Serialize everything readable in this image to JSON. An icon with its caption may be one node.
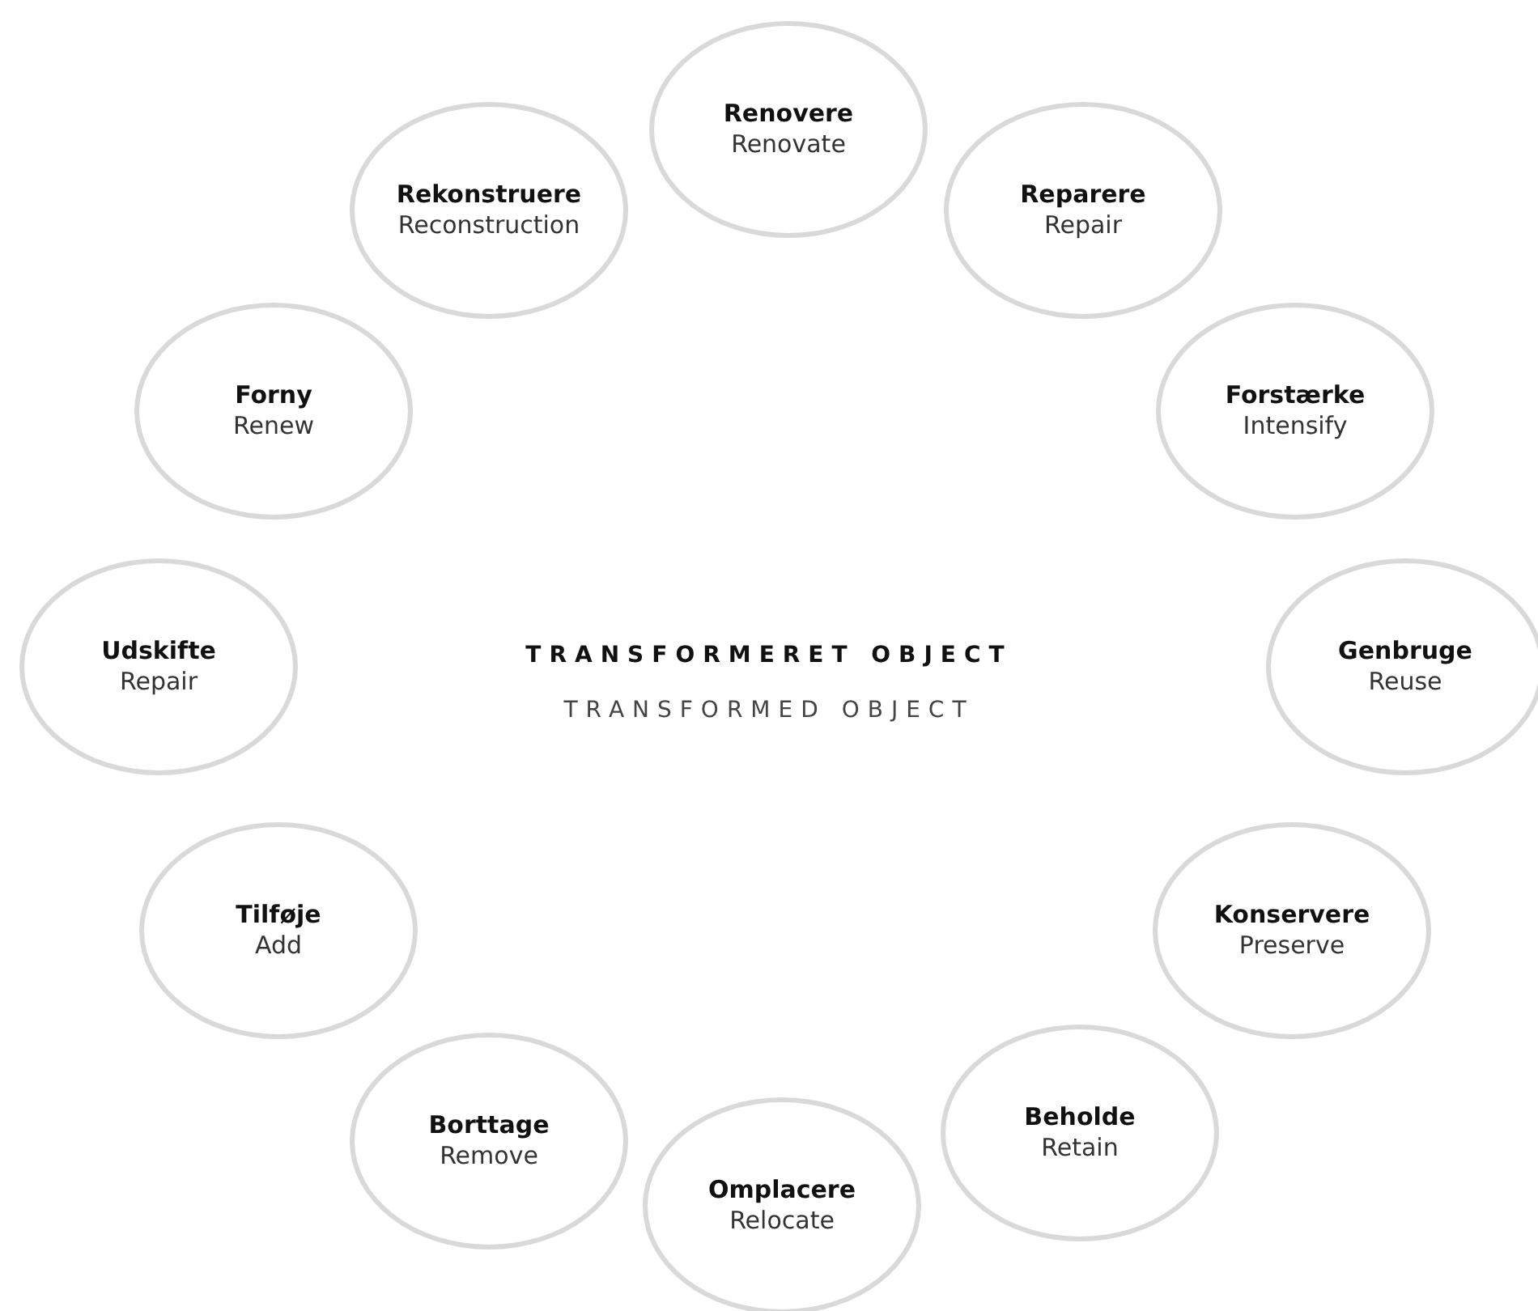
{
  "diagram": {
    "nodes": [
      {
        "text": [
          "Renovere",
          "Renovate"
        ]
      },
      {
        "text": [
          "Reparere",
          "Repair"
        ]
      },
      {
        "text": [
          "Forstærke",
          "Intensify"
        ]
      },
      {
        "text": [
          "Genbruge",
          "Reuse"
        ]
      },
      {
        "text": [
          "Konservere",
          "Preserve"
        ]
      },
      {
        "text": [
          "Beholde",
          "Retain"
        ]
      },
      {
        "text": [
          "Omplacere",
          "Relocate"
        ]
      },
      {
        "text": [
          "Borttage",
          "Remove"
        ]
      },
      {
        "text": [
          "Tilføje",
          "Add"
        ]
      },
      {
        "text": [
          "Udskifte",
          "Repair"
        ]
      },
      {
        "text": [
          "Forny",
          "Renew"
        ]
      },
      {
        "text": [
          "Rekonstruere",
          "Reconstruction"
        ]
      }
    ],
    "labels": [
      "TRANSFORMERET OBJECT",
      "TRANSFORMED OBJECT"
    ]
  }
}
